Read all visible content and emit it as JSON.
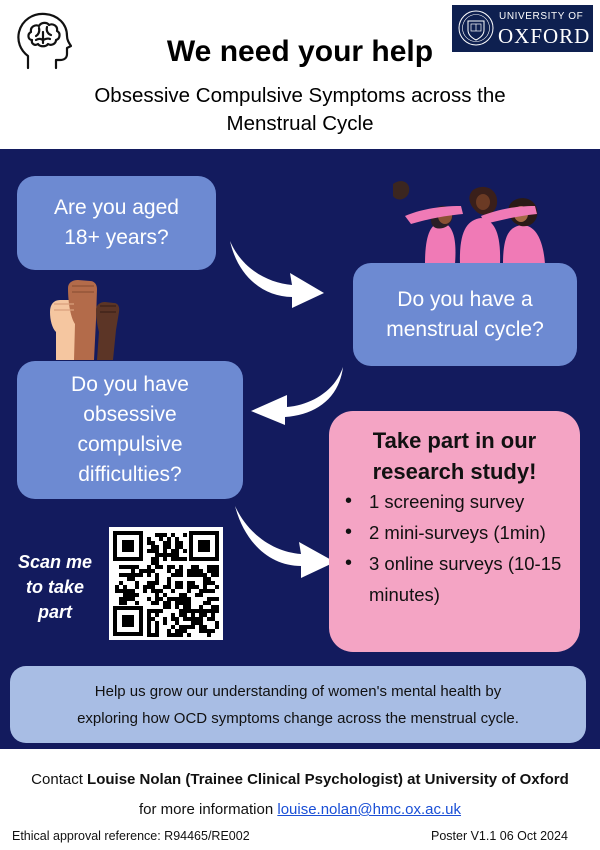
{
  "header": {
    "title": "We need your help",
    "subtitle_line1": "Obsessive Compulsive Symptoms across the",
    "subtitle_line2": "Menstrual Cycle",
    "logo": {
      "line1": "UNIVERSITY OF",
      "line2": "OXFORD",
      "bg_color": "#0e2050"
    },
    "brain_icon": "brain-head-icon"
  },
  "panel": {
    "bg_color": "#131b5e",
    "questions": [
      {
        "line1": "Are you aged",
        "line2": "18+ years?"
      },
      {
        "line1": "Do you have a",
        "line2": "menstrual cycle?"
      },
      {
        "line1": "Do you have",
        "line2": "obsessive",
        "line3": "compulsive",
        "line4": "difficulties?"
      }
    ],
    "question_color": "#6d8ad2",
    "study": {
      "title_line1": "Take part in our",
      "title_line2": "research study!",
      "items": [
        "1 screening survey",
        "2 mini-surveys (1min)",
        "3 online surveys (10-15 minutes)"
      ],
      "bg_color": "#f4a4c4"
    },
    "scan": {
      "line1": "Scan me",
      "line2": "to take",
      "line3": "part"
    },
    "info": {
      "line1": "Help us grow our understanding of women's mental health by",
      "line2": "exploring how OCD symptoms change across the menstrual cycle.",
      "bg_color": "#a8bde4"
    }
  },
  "footer": {
    "contact_prefix": "Contact ",
    "contact_name": "Louise Nolan (Trainee Clinical Psychologist) at University of Oxford",
    "contact_middle": " for more information ",
    "contact_email": "louise.nolan@hmc.ox.ac.uk",
    "ethics": "Ethical approval reference: R94465/RE002",
    "version": "Poster V1.1 06 Oct 2024"
  }
}
